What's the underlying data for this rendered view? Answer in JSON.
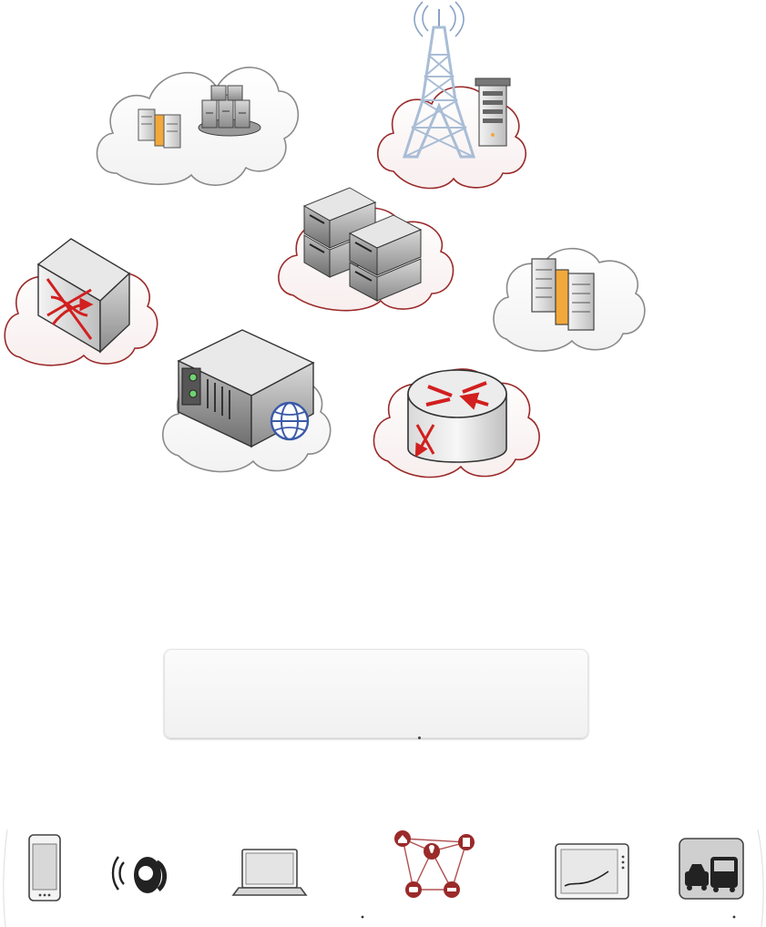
{
  "colors": {
    "cloud_stroke_grey": "#8a8a8a",
    "cloud_stroke_red": "#9b2a2a",
    "arrow_red": "#d21f1f",
    "server_grey": "#a8a8a8",
    "server_dark": "#5d5d5d",
    "accent_orange": "#f2a83a",
    "globe_blue": "#3b5aa8",
    "tower_blue": "#a9bdd6"
  },
  "clouds": [
    {
      "id": "server-farm",
      "icon": "server-cluster-icon"
    },
    {
      "id": "tower",
      "icon": "radio-tower-icon"
    },
    {
      "id": "rack-stack",
      "icon": "rack-server-stack-icon"
    },
    {
      "id": "switch",
      "icon": "switch-icon"
    },
    {
      "id": "storage",
      "icon": "storage-server-icon"
    },
    {
      "id": "web-server",
      "icon": "web-server-icon"
    },
    {
      "id": "router",
      "icon": "router-icon"
    }
  ],
  "devices": [
    {
      "id": "smartphone",
      "icon": "smartphone-icon"
    },
    {
      "id": "wearable",
      "icon": "smartwatch-icon"
    },
    {
      "id": "laptop",
      "icon": "laptop-icon"
    },
    {
      "id": "smart-home",
      "icon": "iot-network-icon"
    },
    {
      "id": "tablet",
      "icon": "tablet-icon"
    },
    {
      "id": "vehicles",
      "icon": "vehicle-icon"
    }
  ]
}
